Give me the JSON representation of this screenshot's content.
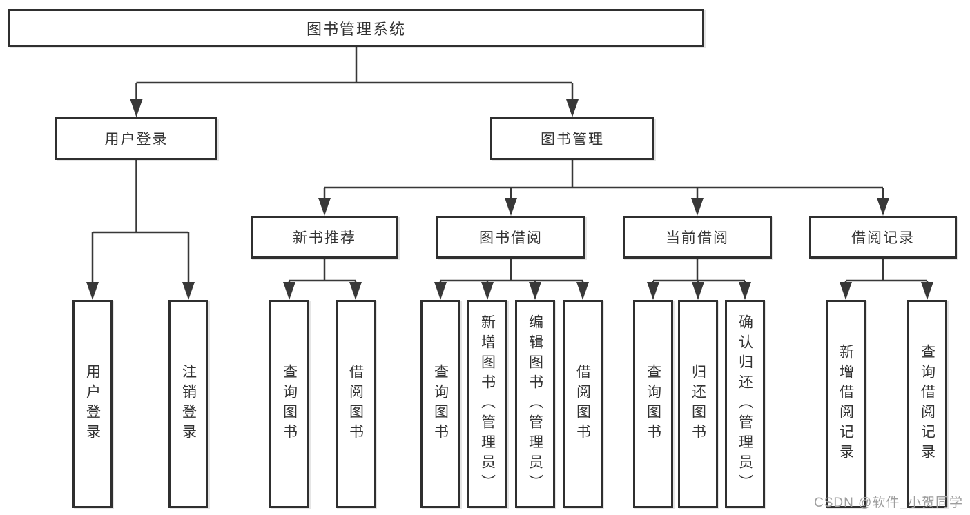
{
  "title": "图书管理系统",
  "branches": {
    "user_login": {
      "label": "用户登录",
      "children": [
        "用户登录",
        "注销登录"
      ]
    },
    "book_management": {
      "label": "图书管理",
      "sections": [
        {
          "label": "新书推荐",
          "children": [
            "查询图书",
            "借阅图书"
          ]
        },
        {
          "label": "图书借阅",
          "children": [
            "查询图书",
            "新增图书（管理员）",
            "编辑图书（管理员）",
            "借阅图书"
          ]
        },
        {
          "label": "当前借阅",
          "children": [
            "查询图书",
            "归还图书",
            "确认归还（管理员）"
          ]
        },
        {
          "label": "借阅记录",
          "children": [
            "新增借阅记录",
            "查询借阅记录"
          ]
        }
      ]
    }
  },
  "watermark": "CSDN @软件_小贺同学",
  "colors": {
    "line": "#383838",
    "border": "#2f2f2f",
    "text": "#333333",
    "watermark": "#9e9e9e",
    "background": "#ffffff"
  }
}
